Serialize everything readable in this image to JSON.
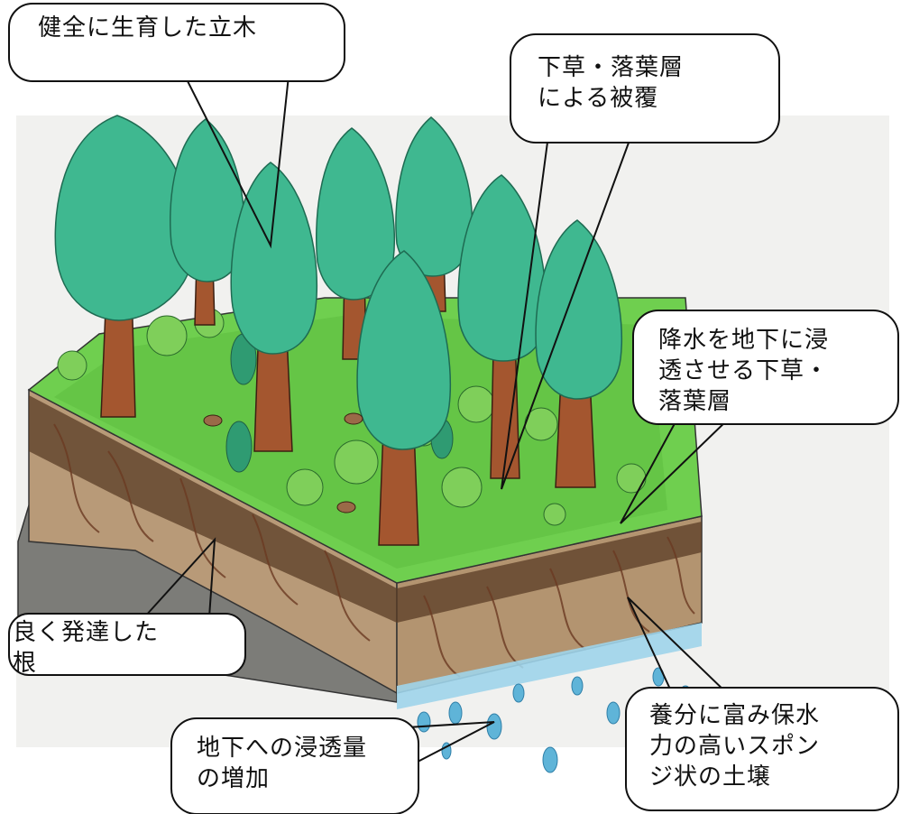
{
  "callouts": {
    "trees": "健全に生育した立木",
    "ground_cover": "下草・落葉層\nによる被覆",
    "infiltration_layer": "降水を地下に浸\n透させる下草・\n落葉層",
    "roots": "良く発達した\n根",
    "groundwater": "地下への浸透量\nの増加",
    "soil": "養分に富み保水\n力の高いスポン\nジ状の土壌"
  },
  "colors": {
    "foliage": "#3fb890",
    "foliage_dark": "#2a8f6a",
    "trunk": "#a4562f",
    "ground": "#6fcf4f",
    "soil": "#b89a78",
    "soil_dark": "#6b4a30",
    "bedrock": "#7c7c78",
    "water": "#5fb4d8",
    "sky": "#f2f2f0"
  }
}
